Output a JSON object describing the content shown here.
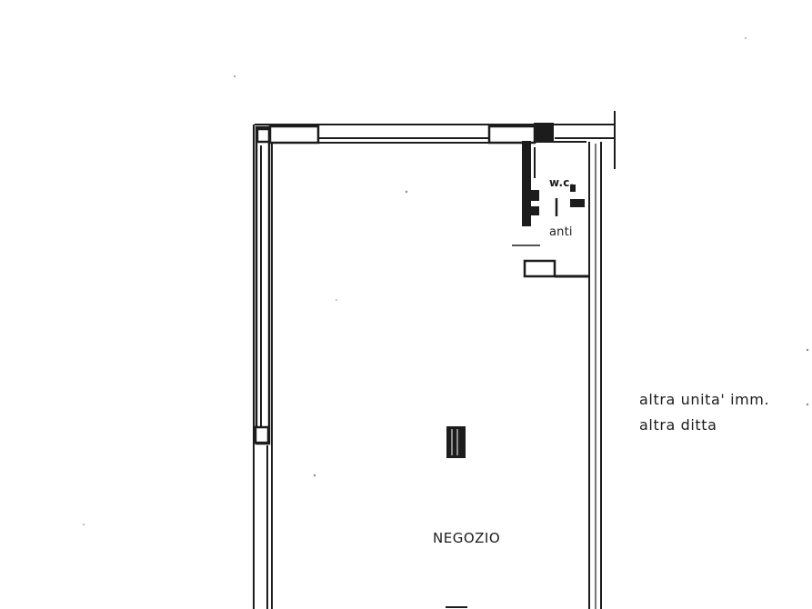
{
  "plan": {
    "rooms": {
      "wc": "w.c.",
      "anti": "anti",
      "main": "NEGOZIO"
    },
    "neighbor_note": {
      "line1": "altra unita' imm.",
      "line2": "altra ditta"
    }
  },
  "colors": {
    "ink": "#1c1c1c",
    "paper": "#ffffff",
    "window_fill": "#ffffff"
  }
}
